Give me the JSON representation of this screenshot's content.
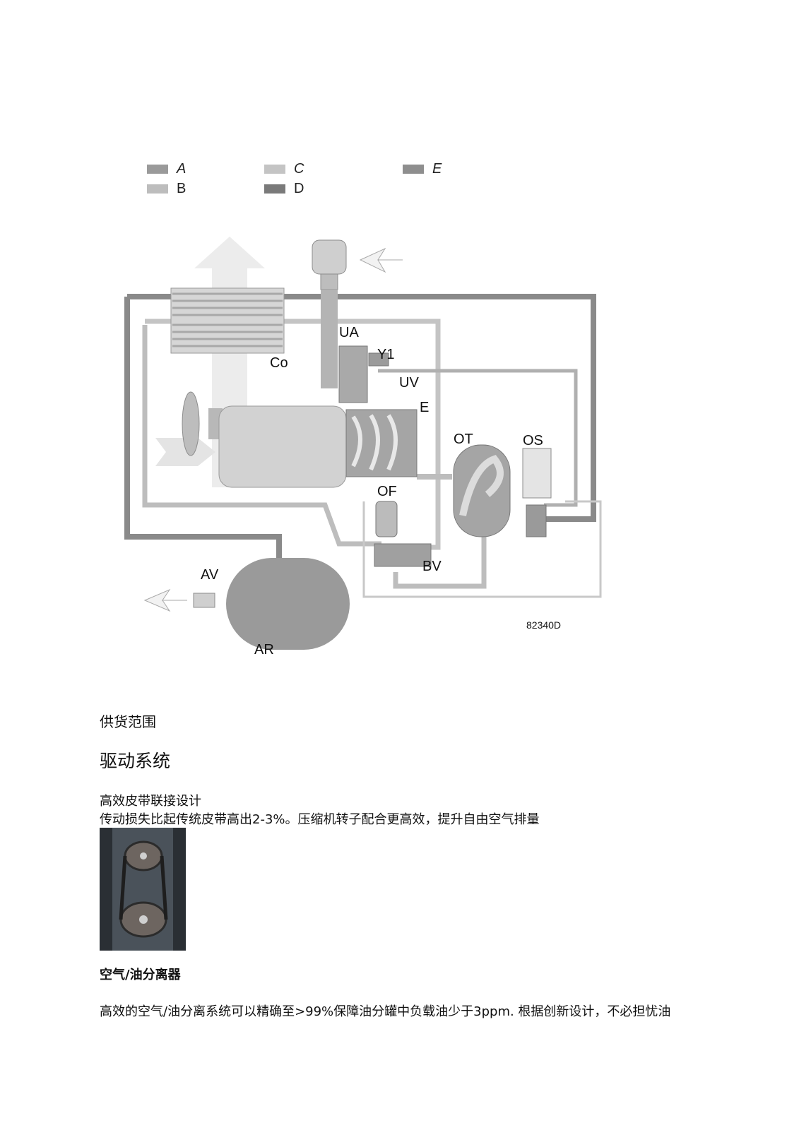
{
  "legend": [
    {
      "label": "A",
      "italic": true,
      "color": "#9a9a9a"
    },
    {
      "label": "B",
      "italic": false,
      "color": "#bdbdbd"
    },
    {
      "label": "C",
      "italic": true,
      "color": "#c4c4c4"
    },
    {
      "label": "D",
      "italic": false,
      "color": "#7a7a7a"
    },
    {
      "label": "E",
      "italic": true,
      "color": "#8e8e8e"
    }
  ],
  "diagram": {
    "labels": {
      "UA": "UA",
      "Y1": "Y1",
      "Co": "Co",
      "UV": "UV",
      "E": "E",
      "OT": "OT",
      "OS": "OS",
      "OF": "OF",
      "BV": "BV",
      "AV": "AV",
      "AR": "AR"
    },
    "figure_code": "82340D"
  },
  "content": {
    "scope_heading": "供货范围",
    "drive_heading": "驱动系统",
    "belt_title": "高效皮带联接设计",
    "belt_desc": "传动损失比起传统皮带高出2-3%。压缩机转子配合更高效，提升自由空气排量",
    "separator_heading": "空气/油分离器",
    "separator_desc": "高效的空气/油分离系统可以精确至>99%保障油分罐中负载油少于3ppm. 根据创新设计，不必担忧油"
  }
}
